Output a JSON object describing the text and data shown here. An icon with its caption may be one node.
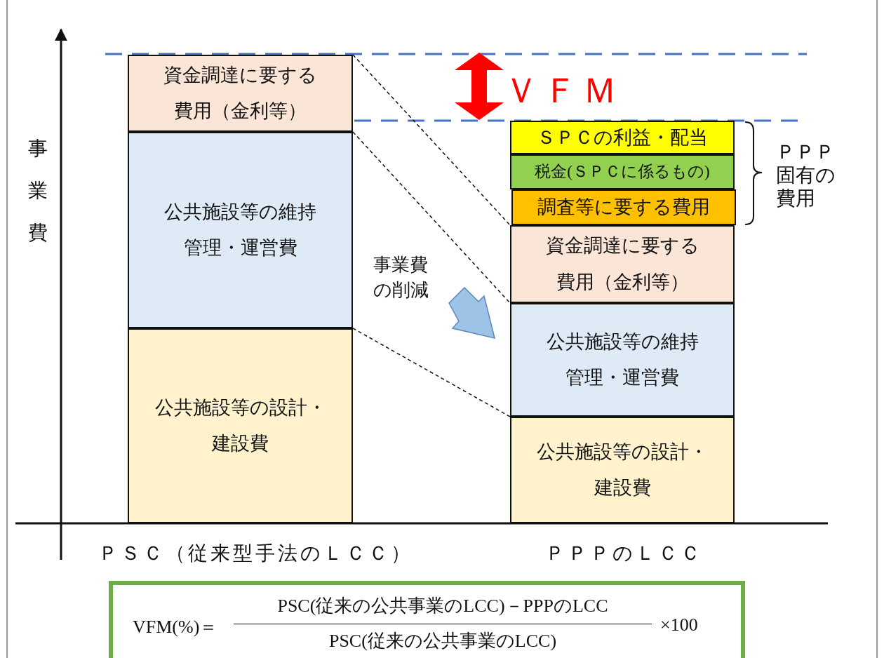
{
  "diagram": {
    "nodes": [
      {
        "text": [
          "資金調達に要する費用（金利等）"
        ]
      },
      {
        "text": [
          "公共施設等の維持管理・運営費"
        ]
      },
      {
        "text": [
          "公共施設等の設計・建設費"
        ]
      },
      {
        "text": [
          "ＳＰＣの利益・配当"
        ]
      },
      {
        "text": [
          "税金(ＳＰＣに係るもの)"
        ]
      },
      {
        "text": [
          "調査等に要する費用"
        ]
      },
      {
        "text": [
          "資金調達に要する費用（金利等）"
        ]
      },
      {
        "text": [
          "公共施設等の維持管理・運営費"
        ]
      },
      {
        "text": [
          "公共施設等の設計・建設費"
        ]
      },
      {
        "text": [
          "VFM(%)＝",
          "PSC(従来の公共事業のLCC)－PPPのLCC",
          "PSC(従来の公共事業のLCC)",
          "×100"
        ]
      }
    ],
    "edges": [
      {
        "from": 0,
        "to": 6,
        "arrow": "none",
        "style": "dashed"
      },
      {
        "from": 1,
        "to": 7,
        "arrow": "none",
        "style": "dashed"
      },
      {
        "from": 2,
        "to": 8,
        "arrow": "none",
        "style": "dashed"
      }
    ],
    "labels": [
      "ＶＦＭ",
      "ＰＰＰ固有の費用",
      "事業費",
      "事業費の削減",
      "ＰＳＣ（従来型手法のＬＣＣ）",
      "ＰＰＰのＬＣＣ"
    ]
  }
}
